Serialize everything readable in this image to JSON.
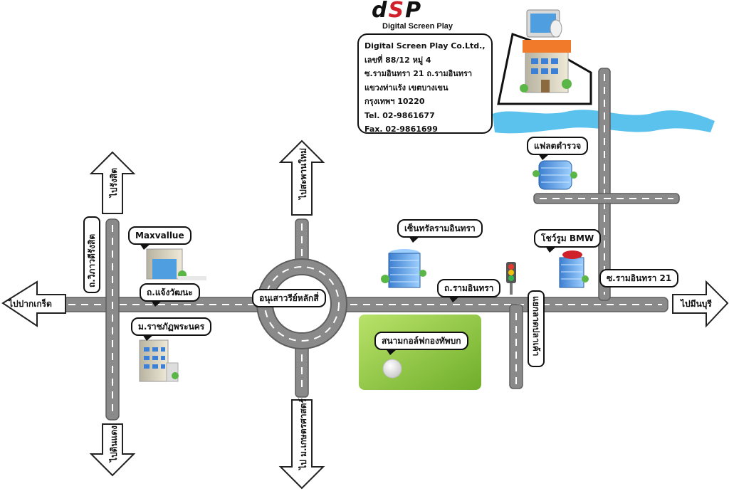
{
  "logo": {
    "text_left": "d",
    "text_mid": "S",
    "text_right": "P",
    "subtitle": "Digital Screen Play"
  },
  "company": {
    "name": "Digital Screen Play Co.Ltd.,",
    "address_line1": "เลขที่ 88/12 หมู่ 4",
    "address_line2": "ซ.รามอินทรา 21 ถ.รามอินทรา",
    "address_line3": "แขวงท่าแร้ง  เขตบางเขน",
    "address_line4": "กรุงเทพฯ 10220",
    "tel": "Tel. 02-9861677",
    "fax": "Fax. 02-9861699"
  },
  "directions": {
    "left": "ไปปากเกร็ด",
    "right": "ไปมีนบุรี",
    "up_left": "ไปรังสิต",
    "down_left": "ไปดินแดง",
    "up_center": "ไปสะพานใหม่",
    "down_center": "ไป ม.เกษตรศาสตร์"
  },
  "roads": {
    "vibhavadi": "ถ.วิภาวดีรังสิต",
    "chaengwattana": "ถ.แจ้งวัฒนะ",
    "ramintra": "ถ.รามอินทรา",
    "soi_ramintra21": "ซ.รามอินทรา 21",
    "lat_pla_khao": "แยกลาดปลาเค้า"
  },
  "landmarks": {
    "maxvalue": "Maxvallue",
    "rajabhat": "ม.ราชภัฏพระนคร",
    "monument": "อนุเสาวรีย์หลักสี่",
    "central": "เซ็นทรัลรามอินทรา",
    "golf": "สนามกอล์ฟกองทัพบก",
    "police_flat": "แฟลตตำรวจ",
    "bmw": "โชว์รูม BMW"
  },
  "colors": {
    "road": "#8a8a8a",
    "road_edge": "#5e5e5e",
    "lane_mark": "#ffffff",
    "river": "#5bc2ee",
    "golf": "#8fc63f",
    "brand_red": "#d0202a"
  }
}
